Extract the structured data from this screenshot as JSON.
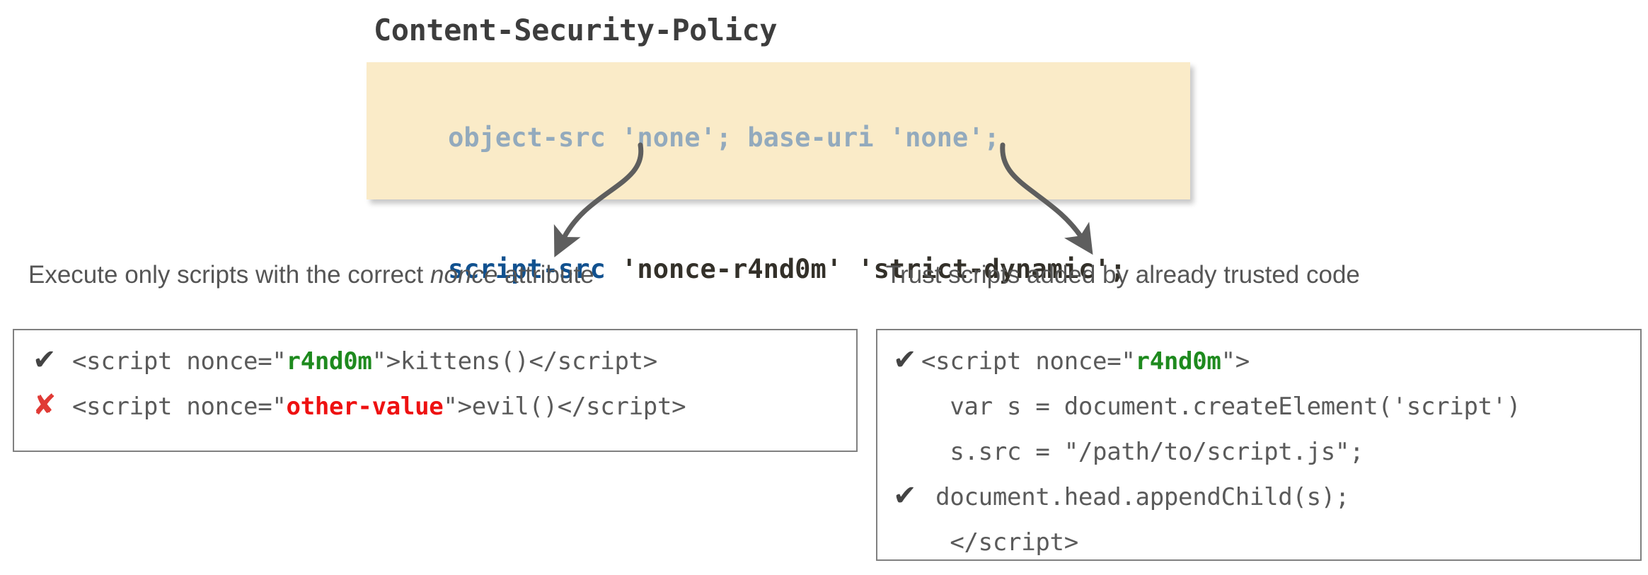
{
  "title": "Content-Security-Policy",
  "colors": {
    "policy_background": "#faebc8",
    "dim_token": "#93aabd",
    "directive_token": "#11518f",
    "value_token": "#333029",
    "nonce_good": "#1e8a1e",
    "nonce_bad": "#ee1111",
    "check_mark": "#444444",
    "cross_mark": "#e03a35",
    "caption_text": "#555555",
    "code_text": "#5a5a5a",
    "box_border": "#808080"
  },
  "policy": {
    "line1": {
      "text": "object-src 'none'; base-uri 'none';",
      "emphasis": "dim"
    },
    "line2": {
      "directive": "script-src",
      "values": " 'nonce-r4nd0m' 'strict-dynamic';"
    }
  },
  "captions": {
    "left_prefix": "Execute only scripts with the correct ",
    "left_italic": "nonce",
    "left_suffix": " attribute",
    "right": "Trust scripts added by already trusted code"
  },
  "marks": {
    "check": "✔",
    "cross": "✘"
  },
  "example_left": {
    "rows": [
      {
        "mark": "check",
        "pre": "<script nonce=\"",
        "nonce": "r4nd0m",
        "nonce_state": "good",
        "post": "\">kittens()</script>"
      },
      {
        "mark": "cross",
        "pre": "<script nonce=\"",
        "nonce": "other-value",
        "nonce_state": "bad",
        "post": "\">evil()</script>"
      }
    ]
  },
  "example_right": {
    "rows": [
      {
        "mark": "check",
        "pre": "<script nonce=\"",
        "nonce": "r4nd0m",
        "nonce_state": "good",
        "post": "\">"
      },
      {
        "mark": "none",
        "text": "  var s = document.createElement('script')"
      },
      {
        "mark": "none",
        "text": "  s.src = \"/path/to/script.js\";"
      },
      {
        "mark": "check",
        "text": " document.head.appendChild(s);"
      },
      {
        "mark": "none",
        "text": "  </script>"
      }
    ]
  }
}
